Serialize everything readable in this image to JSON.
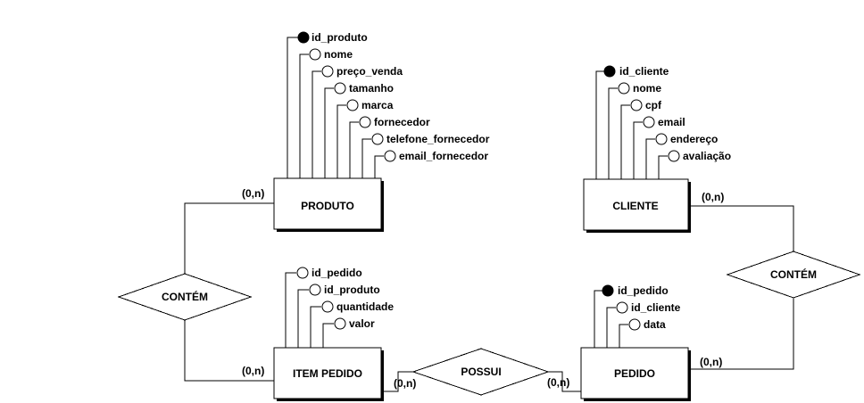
{
  "entities": {
    "produto": {
      "name": "PRODUTO",
      "attributes": [
        {
          "label": "id_produto",
          "key": true
        },
        {
          "label": "nome",
          "key": false
        },
        {
          "label": "preço_venda",
          "key": false
        },
        {
          "label": "tamanho",
          "key": false
        },
        {
          "label": "marca",
          "key": false
        },
        {
          "label": "fornecedor",
          "key": false
        },
        {
          "label": "telefone_fornecedor",
          "key": false
        },
        {
          "label": "email_fornecedor",
          "key": false
        }
      ]
    },
    "cliente": {
      "name": "CLIENTE",
      "attributes": [
        {
          "label": "id_cliente",
          "key": true
        },
        {
          "label": "nome",
          "key": false
        },
        {
          "label": "cpf",
          "key": false
        },
        {
          "label": "email",
          "key": false
        },
        {
          "label": "endereço",
          "key": false
        },
        {
          "label": "avaliação",
          "key": false
        }
      ]
    },
    "item_pedido": {
      "name": "ITEM PEDIDO",
      "attributes": [
        {
          "label": "id_pedido",
          "key": false
        },
        {
          "label": "id_produto",
          "key": false
        },
        {
          "label": "quantidade",
          "key": false
        },
        {
          "label": "valor",
          "key": false
        }
      ]
    },
    "pedido": {
      "name": "PEDIDO",
      "attributes": [
        {
          "label": "id_pedido",
          "key": true
        },
        {
          "label": "id_cliente",
          "key": false
        },
        {
          "label": "data",
          "key": false
        }
      ]
    }
  },
  "relationships": {
    "contem_left": {
      "name": "CONTÉM"
    },
    "contem_right": {
      "name": "CONTÉM"
    },
    "possui": {
      "name": "POSSUI"
    }
  },
  "cardinalities": {
    "produto_contem": "(0,n)",
    "item_contem": "(0,n)",
    "item_possui": "(0,n)",
    "pedido_possui": "(0,n)",
    "cliente_contem": "(0,n)",
    "pedido_contem": "(0,n)"
  }
}
